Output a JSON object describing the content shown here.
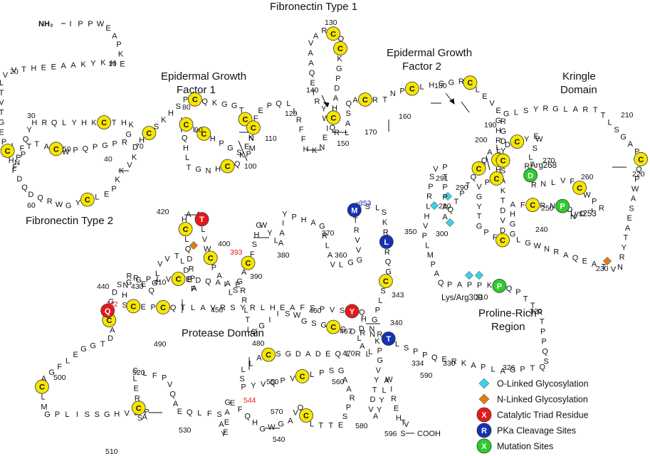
{
  "regions": {
    "fibronectin_type_1": "Fibronectin Type 1",
    "egf1_line1": "Epidermal Growth",
    "egf1_line2": "Factor 1",
    "egf2_line1": "Epidermal Growth",
    "egf2_line2": "Factor 2",
    "kringle_line1": "Kringle",
    "kringle_line2": "Domain",
    "fibronectin_type_2": "Fibronectin Type 2",
    "protease_domain": "Protease Domain",
    "proline_line1": "Proline-Rich",
    "proline_line2": "Region"
  },
  "termini": {
    "n": "NH₂",
    "c": "COOH"
  },
  "colors": {
    "cysteine": "#f7e600",
    "catalytic": "#e8191c",
    "cleavage": "#1531b4",
    "mutation": "#2ecc2e",
    "o_glyco": "#37d4e6",
    "n_glyco": "#e07d12"
  },
  "annotations": {
    "arg268": "Arg268",
    "lys253": "Lys253",
    "lys_arg309": "Lys/Arg309",
    "h393": "393",
    "d442": "442",
    "s544": "544",
    "r353": "353",
    "r343": "343",
    "r334": "334"
  },
  "legend": [
    {
      "symbol": "diamond",
      "color": "#37d4e6",
      "letter": "",
      "label": "O-Linked Glycosylation"
    },
    {
      "symbol": "diamond",
      "color": "#e07d12",
      "letter": "",
      "label": "N-Linked Glycosylation"
    },
    {
      "symbol": "circle",
      "color": "#e8191c",
      "letter": "X",
      "label": "Catalytic Triad Residue"
    },
    {
      "symbol": "circle",
      "color": "#1531b4",
      "letter": "R",
      "label": "PKa Cleavage Sites"
    },
    {
      "symbol": "circle",
      "color": "#2ecc2e",
      "letter": "X",
      "label": "Mutation Sites"
    }
  ],
  "sequence_letters": [
    "I",
    "P",
    "P",
    "W",
    "E",
    "A",
    "P",
    "K",
    "E",
    "H",
    "K",
    "Y",
    "K",
    "A",
    "A",
    "E",
    "E",
    "H",
    "T",
    "V",
    "V",
    "L",
    "T",
    "V",
    "T",
    "G",
    "E",
    "P",
    "C",
    "H",
    "F",
    "P",
    "F",
    "Q",
    "Y",
    "H",
    "R",
    "Q",
    "L",
    "Y",
    "H",
    "K",
    "C",
    "T",
    "H",
    "K",
    "G",
    "R",
    "P",
    "G",
    "P",
    "Q",
    "P",
    "W",
    "C",
    "A",
    "T",
    "T",
    "P",
    "N",
    "F",
    "D",
    "Q",
    "D",
    "Q",
    "R",
    "W",
    "G",
    "Y",
    "C",
    "L",
    "E",
    "P",
    "K",
    "K",
    "V",
    "K",
    "D",
    "H",
    "C",
    "S",
    "K",
    "H",
    "S",
    "P",
    "C",
    "Q",
    "K",
    "G",
    "G",
    "T",
    "C",
    "V",
    "N",
    "M",
    "P",
    "S",
    "G",
    "P",
    "H",
    "C",
    "L",
    "C",
    "P",
    "Q",
    "H",
    "L",
    "T",
    "G",
    "N",
    "H",
    "C",
    "Q",
    "K",
    "E",
    "K",
    "C",
    "F",
    "E",
    "P",
    "Q",
    "L",
    "L",
    "R",
    "F",
    "F",
    "H",
    "K",
    "N",
    "E",
    "I",
    "W",
    "Y",
    "R",
    "T",
    "E",
    "Q",
    "A",
    "A",
    "V",
    "A",
    "R",
    "C",
    "Q",
    "C",
    "K",
    "G",
    "P",
    "D",
    "A",
    "H",
    "C",
    "Q",
    "R",
    "L",
    "A",
    "S",
    "Q",
    "A",
    "C",
    "R",
    "T",
    "N",
    "P",
    "C",
    "L",
    "H",
    "G",
    "G",
    "R",
    "C",
    "L",
    "E",
    "V",
    "E",
    "G",
    "H",
    "R",
    "L",
    "C",
    "H",
    "C",
    "P",
    "V",
    "G",
    "Y",
    "T",
    "G",
    "P",
    "F",
    "C",
    "D",
    "V",
    "D",
    "T",
    "K",
    "A",
    "S",
    "C",
    "Y",
    "D",
    "G",
    "R",
    "G",
    "L",
    "S",
    "Y",
    "R",
    "G",
    "L",
    "A",
    "R",
    "T",
    "T",
    "L",
    "S",
    "G",
    "A",
    "P",
    "C",
    "Q",
    "P",
    "W",
    "A",
    "S",
    "E",
    "A",
    "T",
    "Y",
    "R",
    "N",
    "V",
    "T",
    "A",
    "E",
    "Q",
    "A",
    "R",
    "N",
    "W",
    "G",
    "L",
    "G",
    "G",
    "H",
    "A",
    "F",
    "C",
    "R",
    "N",
    "P",
    "D",
    "N",
    "D",
    "I",
    "R",
    "P",
    "W",
    "C",
    "F",
    "V",
    "L",
    "N",
    "R",
    "D",
    "R",
    "L",
    "S",
    "W",
    "E",
    "Y",
    "C",
    "D",
    "L",
    "A",
    "Q",
    "C",
    "Q",
    "T",
    "P",
    "T",
    "Q",
    "A",
    "A",
    "P",
    "P",
    "T",
    "P",
    "V",
    "S",
    "P",
    "R",
    "L",
    "H",
    "V",
    "P",
    "L",
    "M",
    "P",
    "A",
    "Q",
    "P",
    "A",
    "P",
    "P",
    "K",
    "P",
    "Q",
    "P",
    "T",
    "T",
    "R",
    "T",
    "P",
    "P",
    "Q",
    "S",
    "Q",
    "T",
    "P",
    "G",
    "A",
    "L",
    "P",
    "A",
    "K",
    "R",
    "E",
    "Q",
    "P",
    "P",
    "S",
    "L",
    "T",
    "R",
    "N",
    "G",
    "P",
    "L",
    "S",
    "C",
    "G",
    "Q",
    "R",
    "L",
    "R",
    "K",
    "S",
    "L",
    "S",
    "S",
    "M",
    "T",
    "R",
    "V",
    "V",
    "G",
    "G",
    "L",
    "V",
    "A",
    "L",
    "R",
    "G",
    "A",
    "H",
    "P",
    "Y",
    "I",
    "A",
    "A",
    "L",
    "Y",
    "W",
    "G",
    "H",
    "S",
    "F",
    "C",
    "A",
    "G",
    "S",
    "L",
    "I",
    "A",
    "P",
    "C",
    "W",
    "V",
    "L",
    "T",
    "A",
    "A",
    "H",
    "C",
    "L",
    "Q",
    "D",
    "R",
    "P",
    "A",
    "P",
    "E",
    "D",
    "L",
    "T",
    "V",
    "V",
    "L",
    "G",
    "Q",
    "E",
    "R",
    "R",
    "N",
    "H",
    "S",
    "C",
    "E",
    "P",
    "C",
    "Q",
    "T",
    "L",
    "A",
    "V",
    "R",
    "S",
    "Y",
    "R",
    "L",
    "H",
    "E",
    "A",
    "F",
    "S",
    "P",
    "V",
    "S",
    "Y",
    "Q",
    "H",
    "D",
    "L",
    "A",
    "L",
    "L",
    "R",
    "L",
    "Q",
    "E",
    "D",
    "A",
    "D",
    "G",
    "S",
    "C",
    "A",
    "L",
    "L",
    "S",
    "P",
    "Y",
    "V",
    "Q",
    "P",
    "V",
    "C",
    "L",
    "P",
    "S",
    "G",
    "A",
    "A",
    "R",
    "P",
    "S",
    "E",
    "T",
    "T",
    "L",
    "C",
    "Q",
    "V",
    "A",
    "G",
    "W",
    "G",
    "H",
    "Q",
    "F",
    "E",
    "G",
    "A",
    "E",
    "E",
    "Y",
    "A",
    "S",
    "F",
    "L",
    "Q",
    "E",
    "A",
    "Q",
    "V",
    "P",
    "F",
    "L",
    "S",
    "L",
    "E",
    "R",
    "C",
    "S",
    "A",
    "P",
    "D",
    "V",
    "H",
    "G",
    "S",
    "S",
    "I",
    "L",
    "P",
    "G",
    "M",
    "L",
    "C",
    "A",
    "G",
    "F",
    "L",
    "E",
    "G",
    "G",
    "T",
    "D",
    "A",
    "C",
    "Q",
    "G",
    "D",
    "S",
    "G",
    "G",
    "P",
    "L",
    "V",
    "C",
    "E",
    "D",
    "Q",
    "A",
    "A",
    "E",
    "R",
    "R",
    "L",
    "T",
    "L",
    "Q",
    "G",
    "I",
    "I",
    "S",
    "W",
    "G",
    "S",
    "G",
    "C",
    "G",
    "D",
    "R",
    "N",
    "K",
    "P",
    "G",
    "V",
    "Y",
    "T",
    "D",
    "V",
    "A",
    "Y",
    "Y",
    "L",
    "A",
    "W",
    "I",
    "R",
    "E",
    "H",
    "T",
    "V",
    "S"
  ],
  "residue_numbers": [
    "10",
    "20",
    "30",
    "40",
    "50",
    "60",
    "70",
    "80",
    "90",
    "100",
    "110",
    "120",
    "130",
    "140",
    "150",
    "160",
    "170",
    "180",
    "190",
    "200",
    "210",
    "220",
    "230",
    "240",
    "250",
    "260",
    "270",
    "280",
    "290",
    "291",
    "300",
    "310",
    "320",
    "326",
    "330",
    "340",
    "350",
    "360",
    "370",
    "380",
    "390",
    "400",
    "410",
    "420",
    "430",
    "440",
    "450",
    "460",
    "467",
    "470",
    "480",
    "490",
    "500",
    "510",
    "520",
    "530",
    "540",
    "550",
    "560",
    "570",
    "580",
    "590",
    "596"
  ]
}
